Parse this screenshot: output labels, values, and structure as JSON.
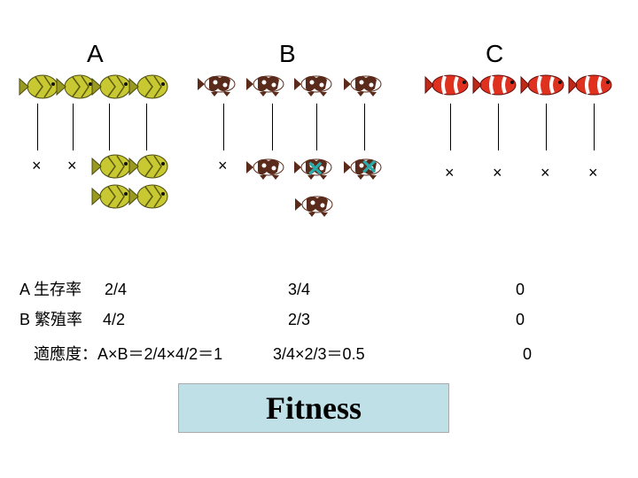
{
  "groups": {
    "a": "A",
    "b": "B",
    "c": "C"
  },
  "mark": "×",
  "rows": {
    "survival": {
      "label": "A 生存率",
      "a": "2/4",
      "b": "3/4",
      "c": "0"
    },
    "reproduction": {
      "label": "B 繁殖率",
      "a": "4/2",
      "b": "2/3",
      "c": "0"
    },
    "fitness": {
      "label": "適應度：A×B＝2/4×4/2＝1",
      "b": "3/4×2/3＝0.5",
      "c": "0"
    }
  },
  "fitness_box": "Fitness",
  "colors": {
    "yellow_fish": "#c8c832",
    "brown_fish": "#5a2a1a",
    "red_fish": "#e0301e",
    "box": "#bfe0e6",
    "x_mark": "#2aa9a9"
  }
}
